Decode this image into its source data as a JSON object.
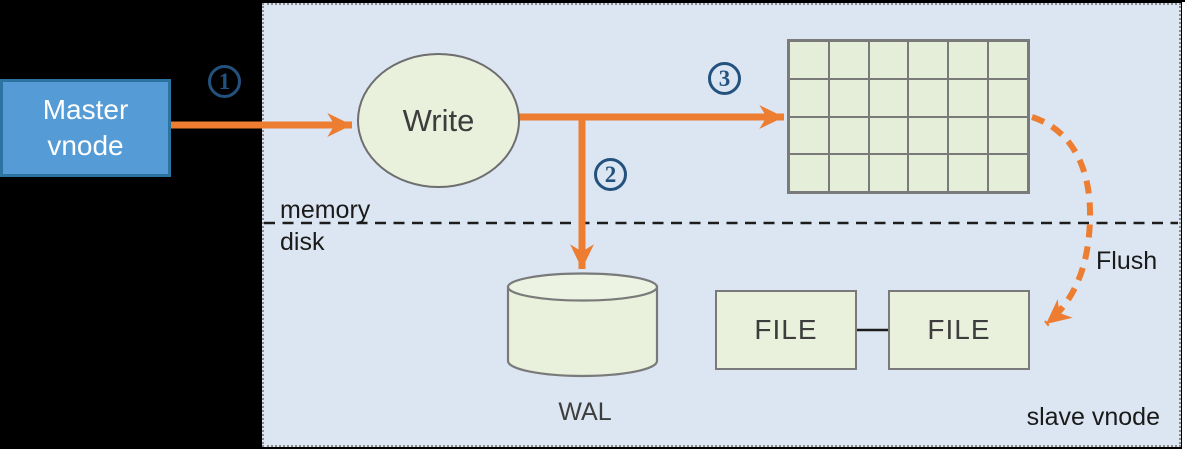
{
  "diagram": {
    "master_node": {
      "line1": "Master",
      "line2": "vnode"
    },
    "write_node": {
      "label": "Write"
    },
    "steps": [
      {
        "n": "1"
      },
      {
        "n": "2"
      },
      {
        "n": "3"
      }
    ],
    "labels": {
      "memory": "memory",
      "disk": "disk",
      "wal": "WAL",
      "flush": "Flush",
      "slave_vnode": "slave vnode"
    },
    "files": {
      "file1": "FILE",
      "file2": "FILE"
    },
    "mem_table": {
      "rows": 4,
      "cols": 6
    },
    "colors": {
      "background": "#000000",
      "panel_bg": "#DCE6F2",
      "accent_orange": "#ED7D31",
      "node_green": "#E9F0DC",
      "grid_green": "#E5EED9",
      "master_blue": "#559BD6",
      "master_border": "#2C73A1",
      "step_navy": "#24527F",
      "shape_border_gray": "#7A7A7A"
    }
  }
}
